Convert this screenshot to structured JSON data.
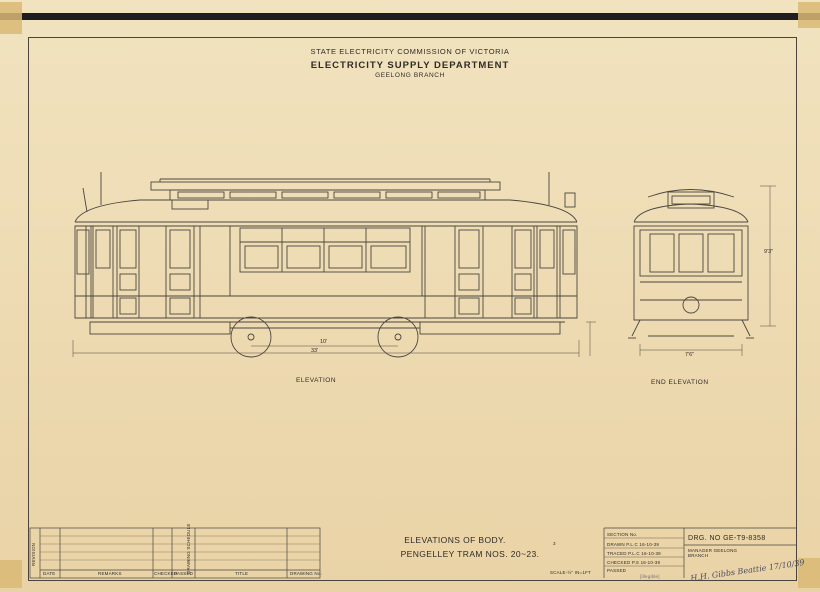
{
  "header": {
    "org": "STATE ELECTRICITY COMMISSION OF VICTORIA",
    "department": "ELECTRICITY SUPPLY DEPARTMENT",
    "branch": "GEELONG BRANCH"
  },
  "views": {
    "side": "ELEVATION",
    "end": "END ELEVATION"
  },
  "dimensions": {
    "wheelbase": "10'",
    "overall_length": "33'",
    "end_width": "7'6\"",
    "end_height": "9'3\""
  },
  "title_block": {
    "title_line1": "ELEVATIONS OF BODY.",
    "title_line2": "PENGELLEY TRAM NOS. 20~23.",
    "scale": "SCALE-½\" IN=1FT",
    "drawing_number": "DRG. NO GE-T9-8358",
    "section": "SECTION No.",
    "drawn": "DRAWN  P.L.C  16-10-39",
    "traced": "TRACED  P.L.C  16-10-39",
    "checked": "CHECKED  P.S  16-10-39",
    "passed": "PASSED",
    "manager": "MANAGER GEELONG BRANCH",
    "signature": "H.H. Gibbs Beattie 17/10/39",
    "stamp": "3",
    "footnote": "[illegible]"
  },
  "revision_block": {
    "label": "REVISION",
    "columns": [
      "DATE",
      "REMARKS",
      "CHECKED",
      "PASSED",
      "DRAWING SCHEDULE",
      "TITLE",
      "DRAWING No."
    ]
  }
}
